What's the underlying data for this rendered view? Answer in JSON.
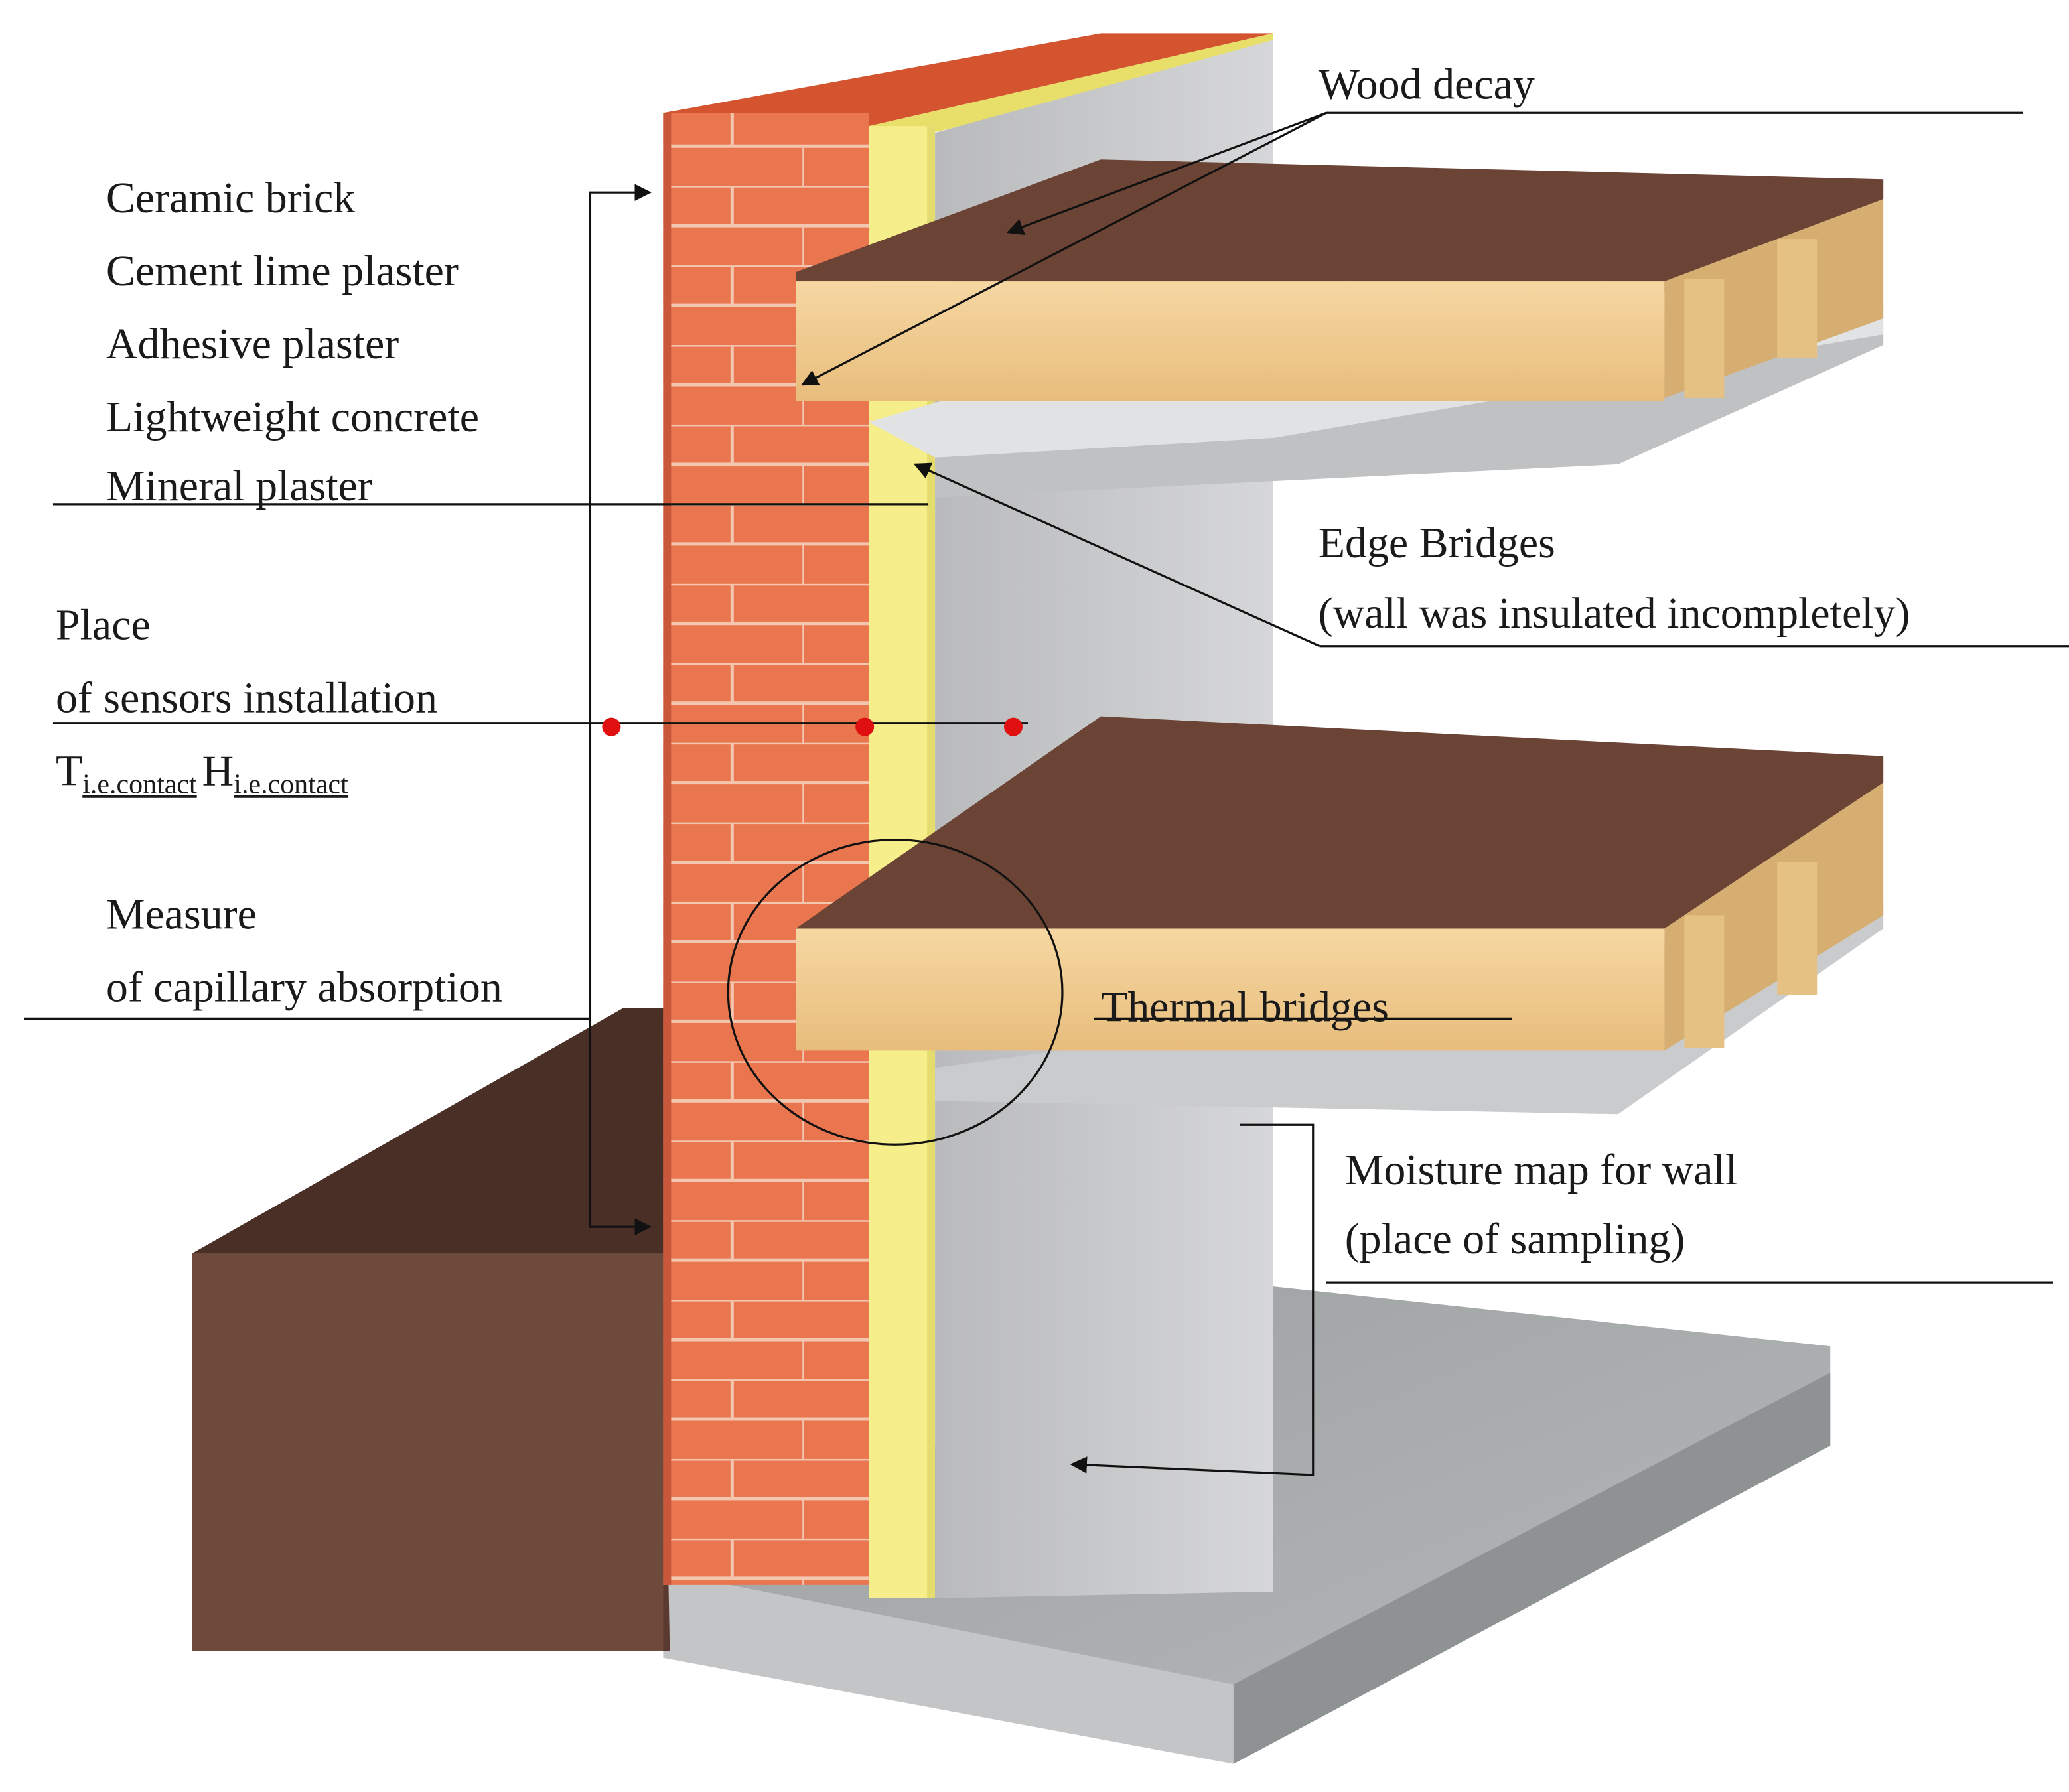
{
  "labels": {
    "wood_decay": "Wood decay",
    "ceramic_brick": "Ceramic brick",
    "cement_lime_plaster": "Cement lime plaster",
    "adhesive_plaster": "Adhesive plaster",
    "lightweight_concrete": "Lightweight concrete",
    "mineral_plaster": "Mineral plaster",
    "edge_bridges": "Edge Bridges",
    "edge_bridges_note": "(wall was insulated incompletely)",
    "place": "Place",
    "of_sensors_installation": "of sensors installation",
    "sensor_t": "T",
    "sensor_t_sub": "i.e.contact",
    "sensor_h": "H",
    "sensor_h_sub": "i.e.contact",
    "measure": "Measure",
    "of_capillary_absorption": "of capillary absorption",
    "thermal_bridges": "Thermal bridges",
    "moisture_map": "Moisture map for wall",
    "moisture_map_note": "(place of sampling)"
  },
  "colors": {
    "brick": "#e9764f",
    "mortar": "#f3c6b0",
    "insulation": "#f6ee8a",
    "plaster": "#c9cacc",
    "beam": "#f0c98e",
    "floor_boards": "#6b4436",
    "foundation_soil": "#5a3a30",
    "concrete_slab": "#a9acad",
    "sensor_dot": "#e01010",
    "annotation": "#111111"
  }
}
